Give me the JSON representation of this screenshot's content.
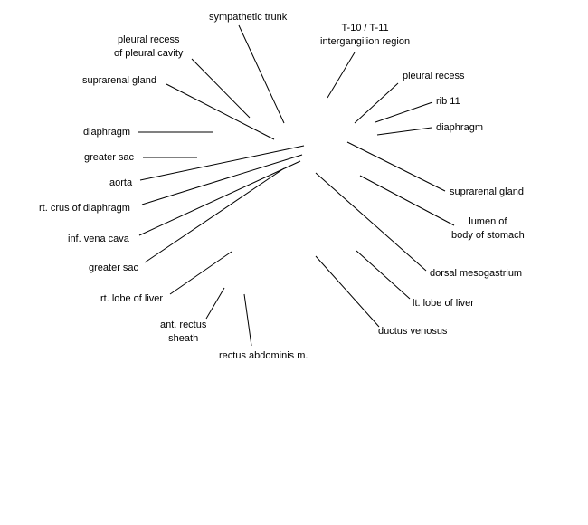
{
  "diagram": {
    "labels": {
      "sympathetic_trunk": "sympathetic trunk",
      "t10_t11": "T-10 / T-11\nintergangilion region",
      "pleural_recess_cavity": "pleural recess\nof pleural cavity",
      "pleural_recess": "pleural recess",
      "suprarenal_gland_left": "suprarenal gland",
      "rib_11": "rib 11",
      "diaphragm_right": "diaphragm",
      "diaphragm_left": "diaphragm",
      "greater_sac_upper": "greater sac",
      "aorta": "aorta",
      "suprarenal_gland_right": "suprarenal gland",
      "rt_crus": "rt. crus of diaphragm",
      "lumen_stomach": "lumen of\nbody of stomach",
      "inf_vena_cava": "inf. vena cava",
      "greater_sac_lower": "greater sac",
      "dorsal_mesogastrium": "dorsal mesogastrium",
      "rt_lobe_liver": "rt. lobe of liver",
      "lt_lobe_liver": "lt. lobe of liver",
      "ant_rectus_sheath": "ant. rectus\nsheath",
      "ductus_venosus": "ductus venosus",
      "rectus_abdominis": "rectus abdominis m."
    }
  }
}
